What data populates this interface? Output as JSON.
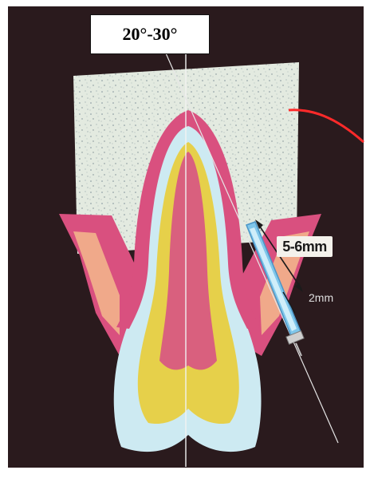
{
  "labels": {
    "angle": "20°-30°",
    "depth_range": "5-6mm",
    "tip_distance": "2mm"
  },
  "colors": {
    "background": "#2a1a1d",
    "bone": "#e6ece2",
    "gingiva": "#d94d7e",
    "enamel": "#cdeaf2",
    "dentin": "#e6d04a",
    "pulp": "#d9607e",
    "syringe": "#7fc6ea",
    "laser": "#ff2a2a"
  }
}
